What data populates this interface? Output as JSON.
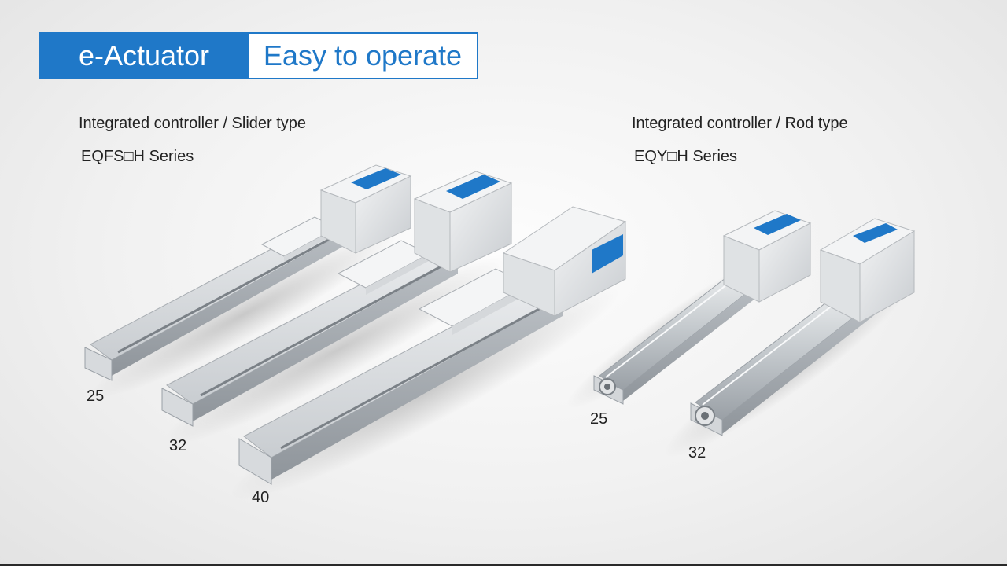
{
  "banner": {
    "brand": "e-Actuator",
    "tagline": "Easy to operate",
    "brand_color": "#1f78c8"
  },
  "slider_group": {
    "title": "Integrated controller / Slider type",
    "series": "EQFS□H Series",
    "sizes": [
      "25",
      "32",
      "40"
    ]
  },
  "rod_group": {
    "title": "Integrated controller / Rod type",
    "series": "EQY□H Series",
    "sizes": [
      "25",
      "32"
    ]
  }
}
